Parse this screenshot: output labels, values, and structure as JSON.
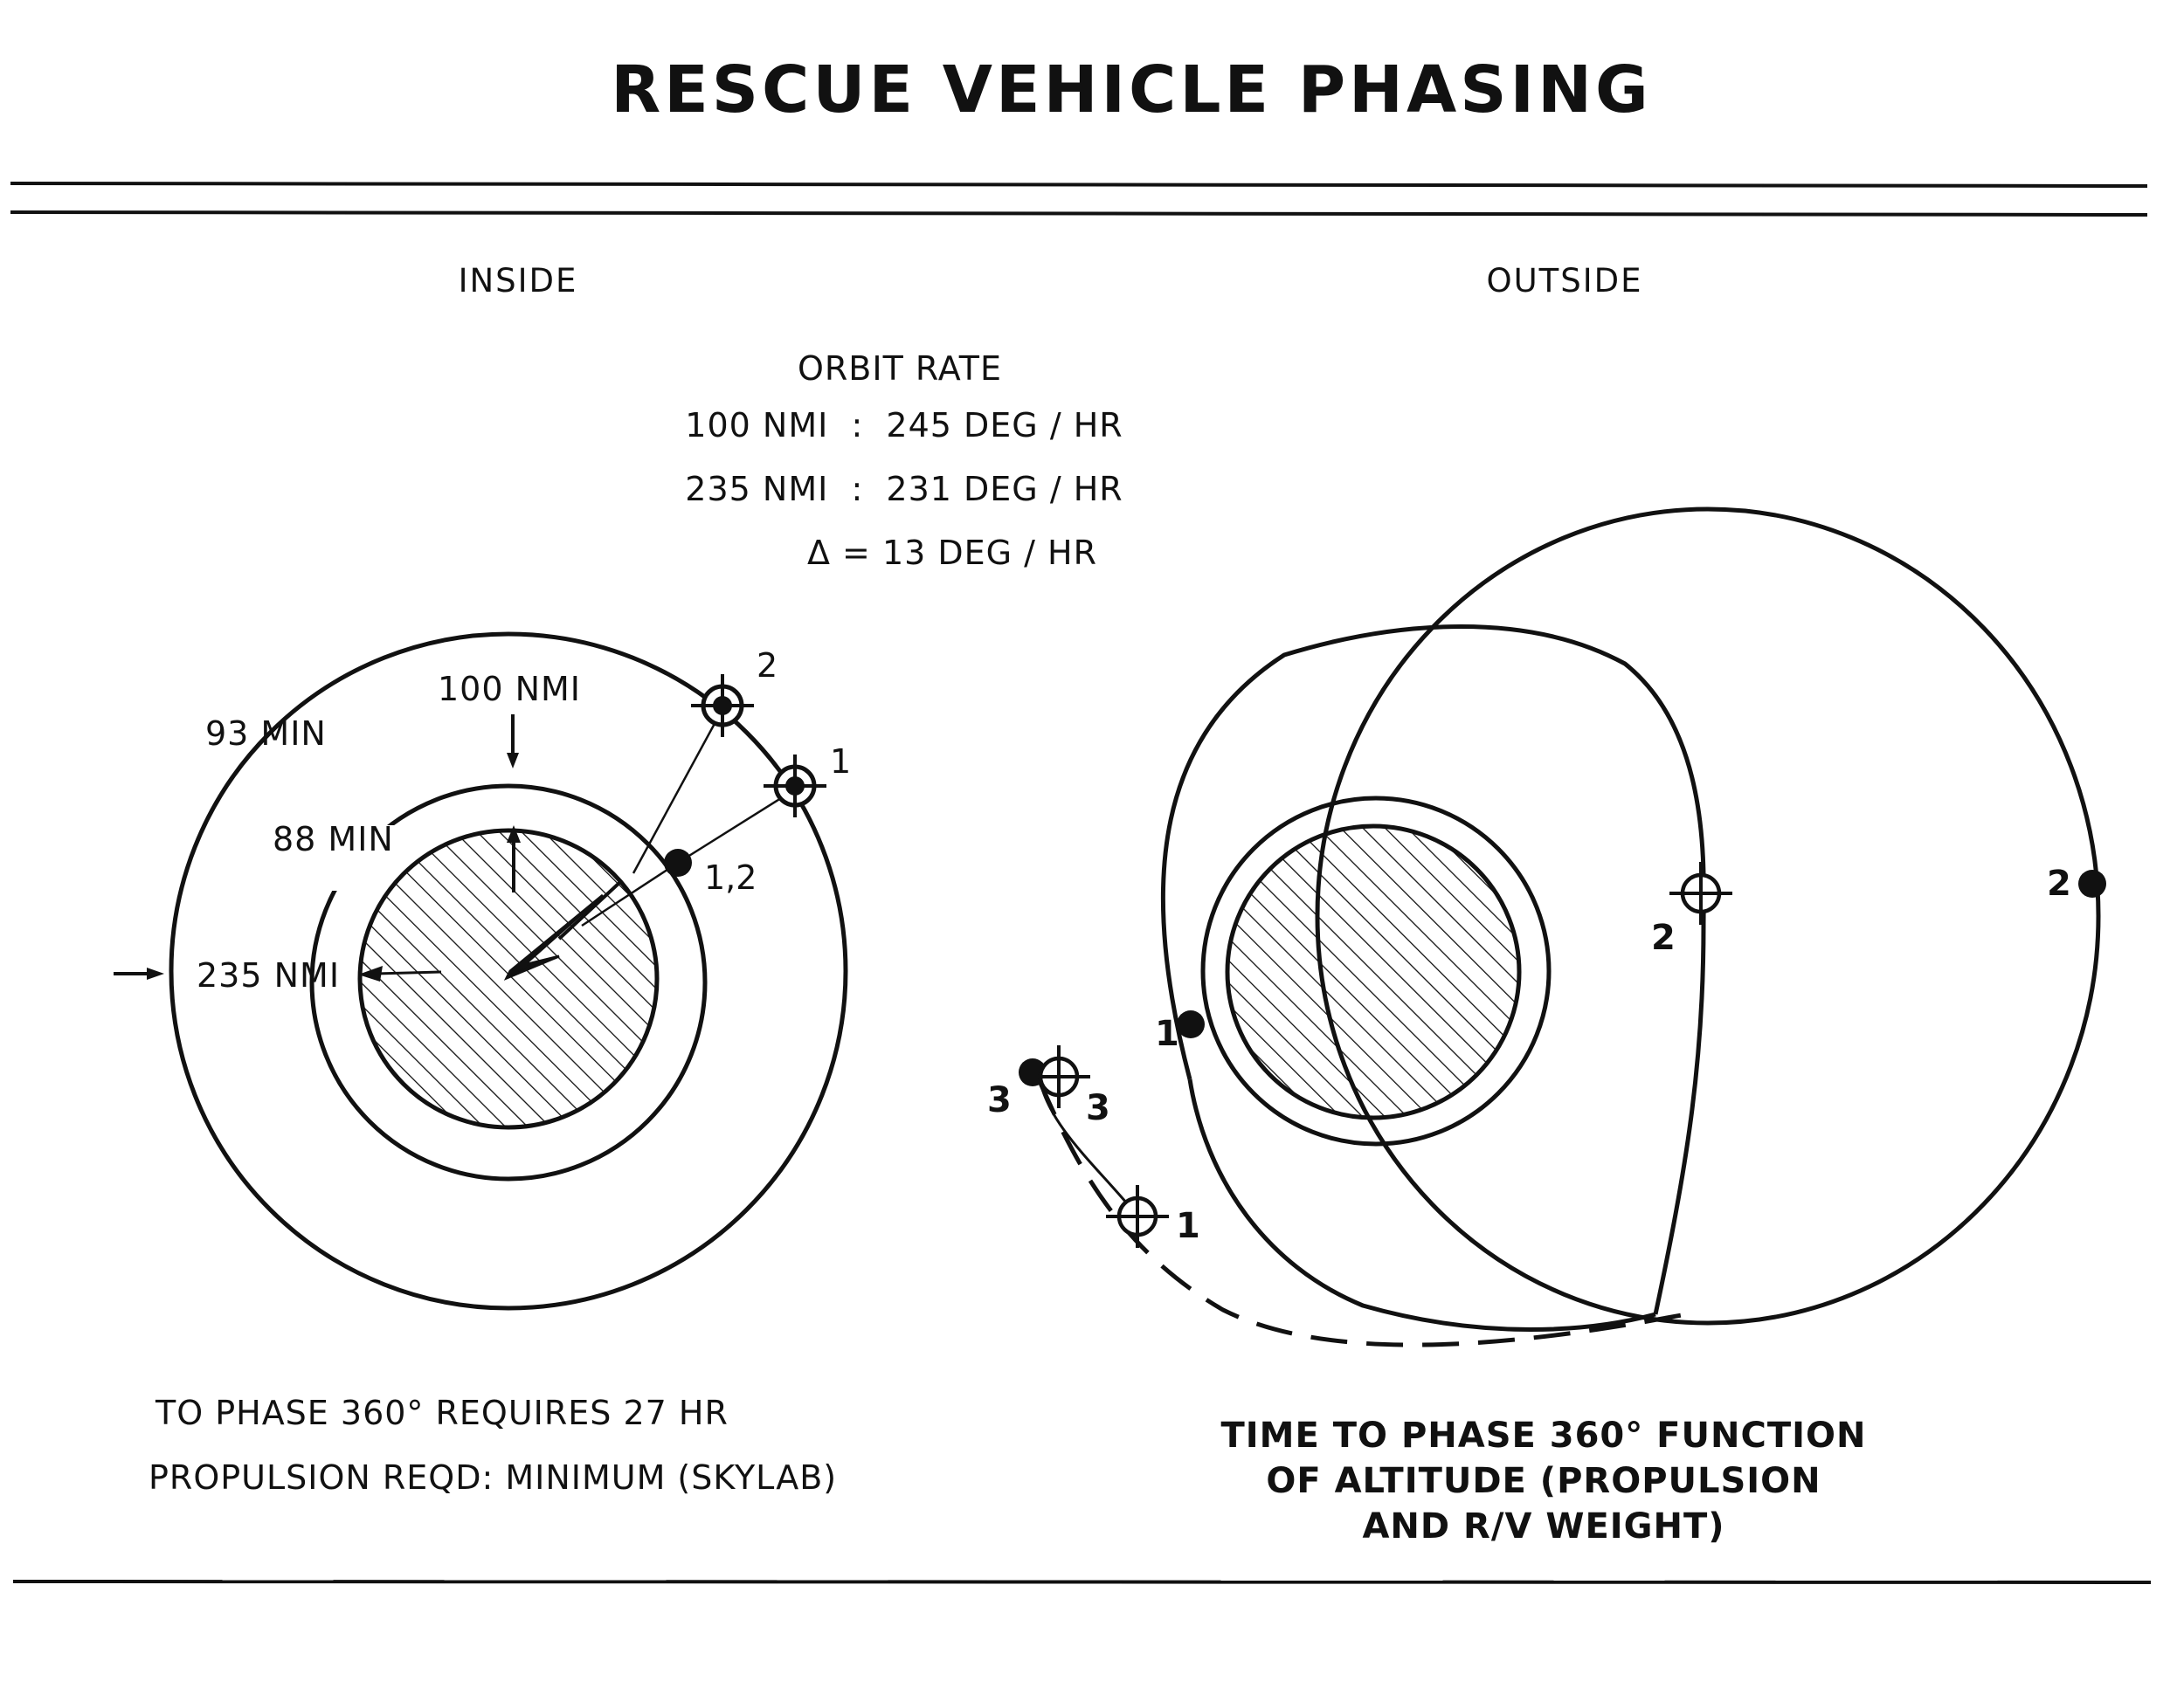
{
  "title": "RESCUE VEHICLE PHASING",
  "inside": {
    "heading": "INSIDE",
    "orbit_rate": {
      "heading": "ORBIT RATE",
      "line_100": "100 NMI  :  245 DEG / HR",
      "line_235": "235 NMI  :  231 DEG / HR",
      "delta": "Δ = 13 DEG / HR"
    },
    "labels": {
      "outer_period": "93 MIN",
      "inner_period": "88 MIN",
      "inner_altitude": "100 NMI",
      "outer_altitude": "235 NMI",
      "position_1": "1",
      "position_2": "2",
      "position_12": "1,2"
    },
    "notes": {
      "line_1": "TO PHASE 360° REQUIRES 27 HR",
      "line_2": "PROPULSION REQD:  MINIMUM (SKYLAB)"
    }
  },
  "outside": {
    "heading": "OUTSIDE",
    "labels": {
      "pos_1_inner": "1",
      "pos_1_outer": "1",
      "pos_2_target": "2",
      "pos_2_vehicle": "2",
      "pos_3_vehicle": "3",
      "pos_3_target": "3"
    },
    "notes": {
      "line_1": "TIME TO PHASE 360° FUNCTION",
      "line_2": "OF ALTITUDE (PROPULSION",
      "line_3": "AND R/V WEIGHT)"
    }
  },
  "colors": {
    "ink": "#111111",
    "paper": "#ffffff"
  }
}
